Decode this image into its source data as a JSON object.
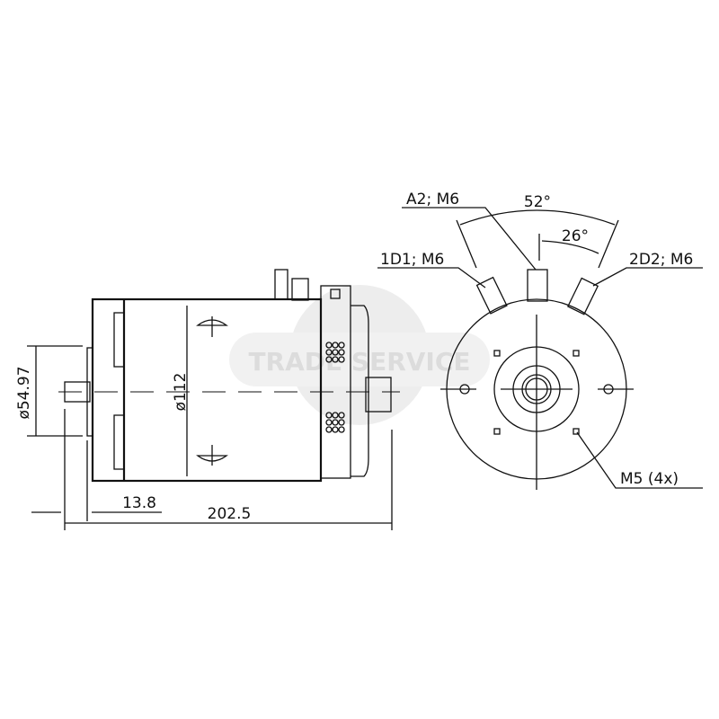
{
  "watermark": "TRADE SERVICE",
  "side_view": {
    "diameter_flange": "ø54.97",
    "diameter_body": "ø112",
    "offset": "13.8",
    "length": "202.5"
  },
  "end_view": {
    "terminal_a2": "A2; M6",
    "terminal_1d1": "1D1; M6",
    "terminal_2d2": "2D2; M6",
    "angle_total": "52°",
    "angle_half": "26°",
    "mount_holes": "M5 (4x)"
  }
}
